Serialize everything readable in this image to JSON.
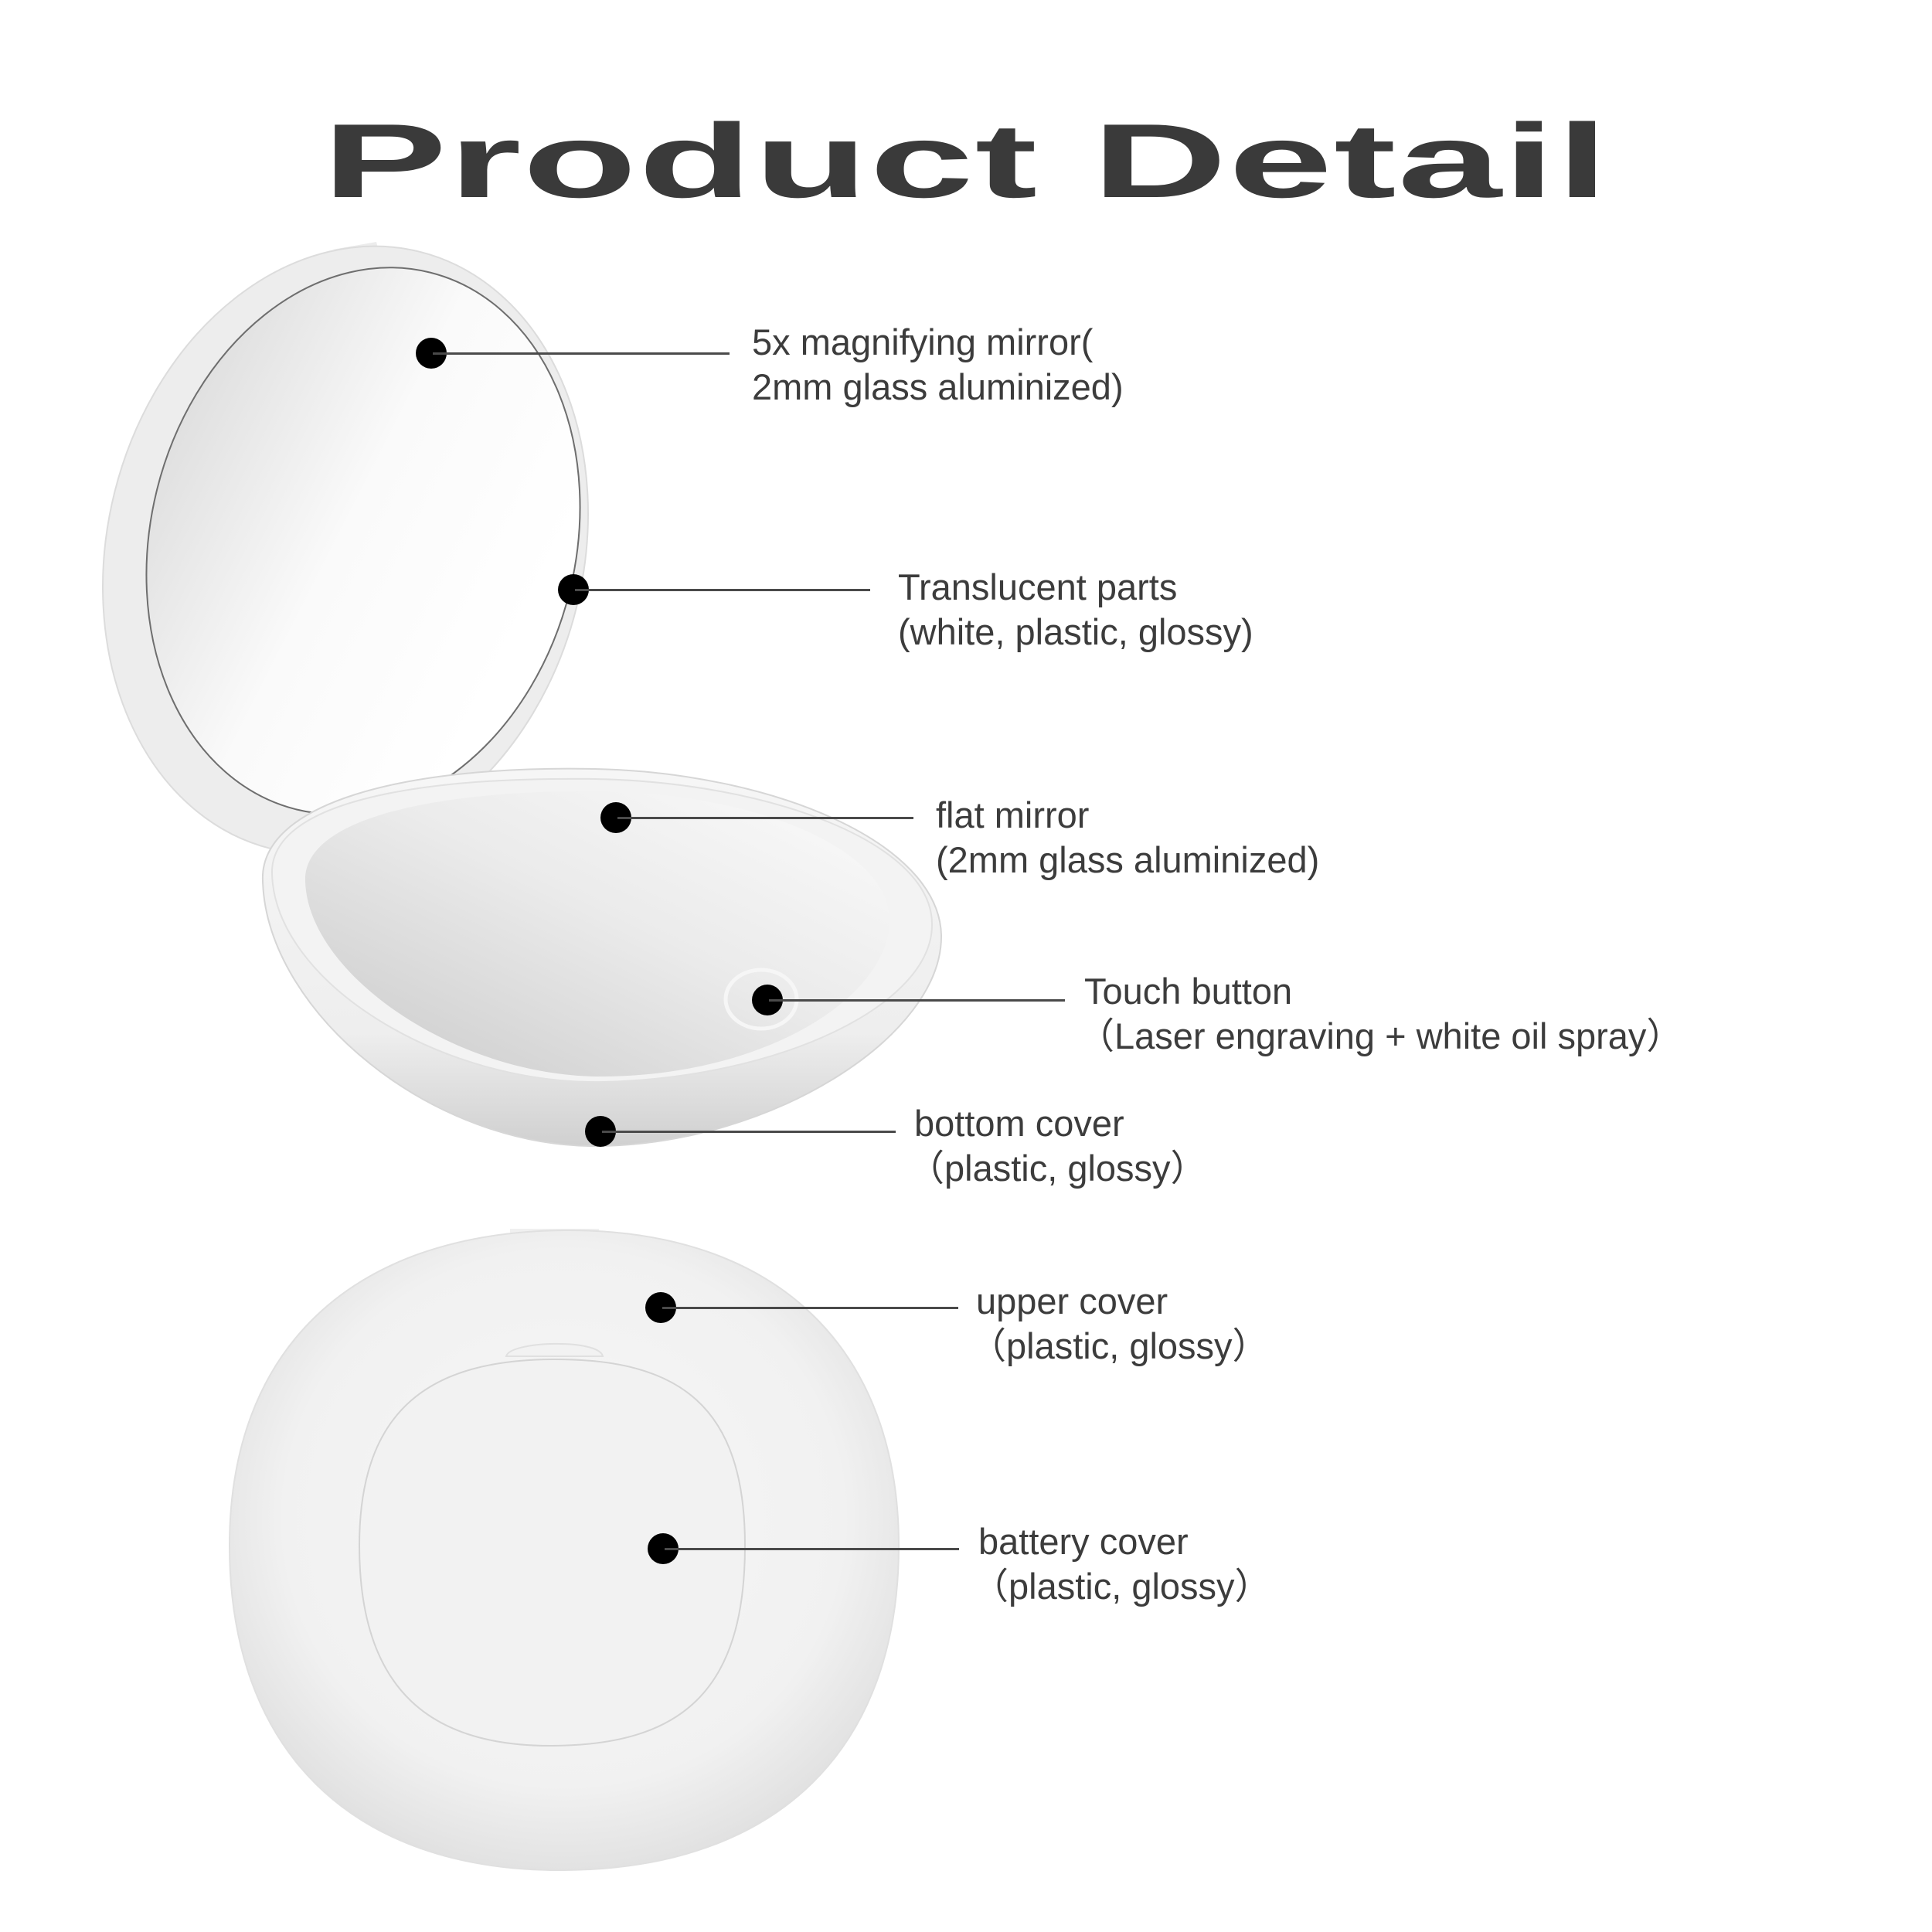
{
  "title": "Product Detail",
  "colors": {
    "text": "#3c3c3c",
    "title": "#3a3a3a",
    "callout_dot": "#000000",
    "callout_line": "#4a4a4a",
    "product_body": "#f4f4f4",
    "product_rim": "#e6e6e6",
    "mirror": "#ececec"
  },
  "callouts": [
    {
      "id": "magnifying-mirror",
      "line1": "5x magnifying mirror(",
      "line2": "2mm glass aluminized)"
    },
    {
      "id": "translucent-parts",
      "line1": "Translucent parts",
      "line2": "(white, plastic, glossy)"
    },
    {
      "id": "flat-mirror",
      "line1": "flat mirror",
      "line2": "(2mm glass aluminized)"
    },
    {
      "id": "touch-button",
      "line1": "Touch button",
      "line2": "（Laser engraving + white oil spray）"
    },
    {
      "id": "bottom-cover",
      "line1": "bottom cover",
      "line2": "（plastic, glossy）"
    },
    {
      "id": "upper-cover",
      "line1": "upper cover",
      "line2": "（plastic, glossy）"
    },
    {
      "id": "battery-cover",
      "line1": "battery cover",
      "line2": "（plastic, glossy）"
    }
  ],
  "illustrations": [
    {
      "id": "open-compact",
      "description": "open compact mirror with 5x magnifying lid and flat mirror base"
    },
    {
      "id": "closed-compact",
      "description": "closed compact mirror, back view with battery cover"
    }
  ]
}
